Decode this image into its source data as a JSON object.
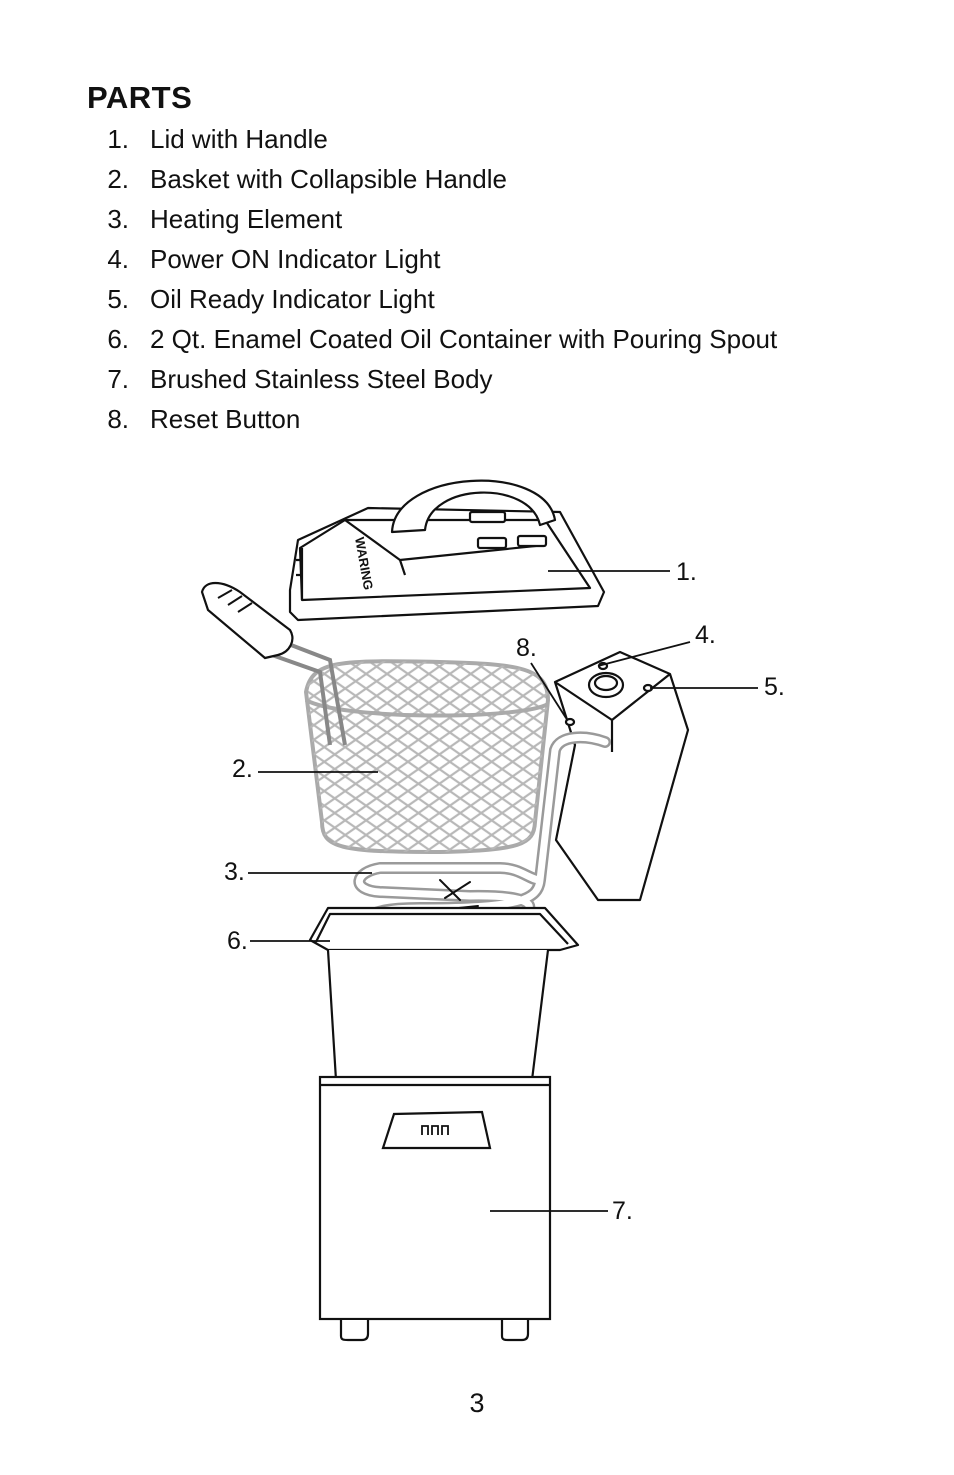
{
  "heading": "PARTS",
  "parts": [
    {
      "number": "1.",
      "label": "Lid with Handle"
    },
    {
      "number": "2.",
      "label": "Basket with Collapsible Handle"
    },
    {
      "number": "3.",
      "label": "Heating Element"
    },
    {
      "number": "4.",
      "label": "Power ON Indicator Light"
    },
    {
      "number": "5.",
      "label": "Oil Ready Indicator Light"
    },
    {
      "number": "6.",
      "label": "2 Qt. Enamel Coated Oil Container with Pouring Spout"
    },
    {
      "number": "7.",
      "label": "Brushed Stainless Steel Body"
    },
    {
      "number": "8.",
      "label": "Reset Button"
    }
  ],
  "diagram": {
    "lid_brand": "WARING",
    "callouts": [
      "1.",
      "2.",
      "3.",
      "4.",
      "5.",
      "6.",
      "7.",
      "8."
    ]
  },
  "page_number": "3"
}
